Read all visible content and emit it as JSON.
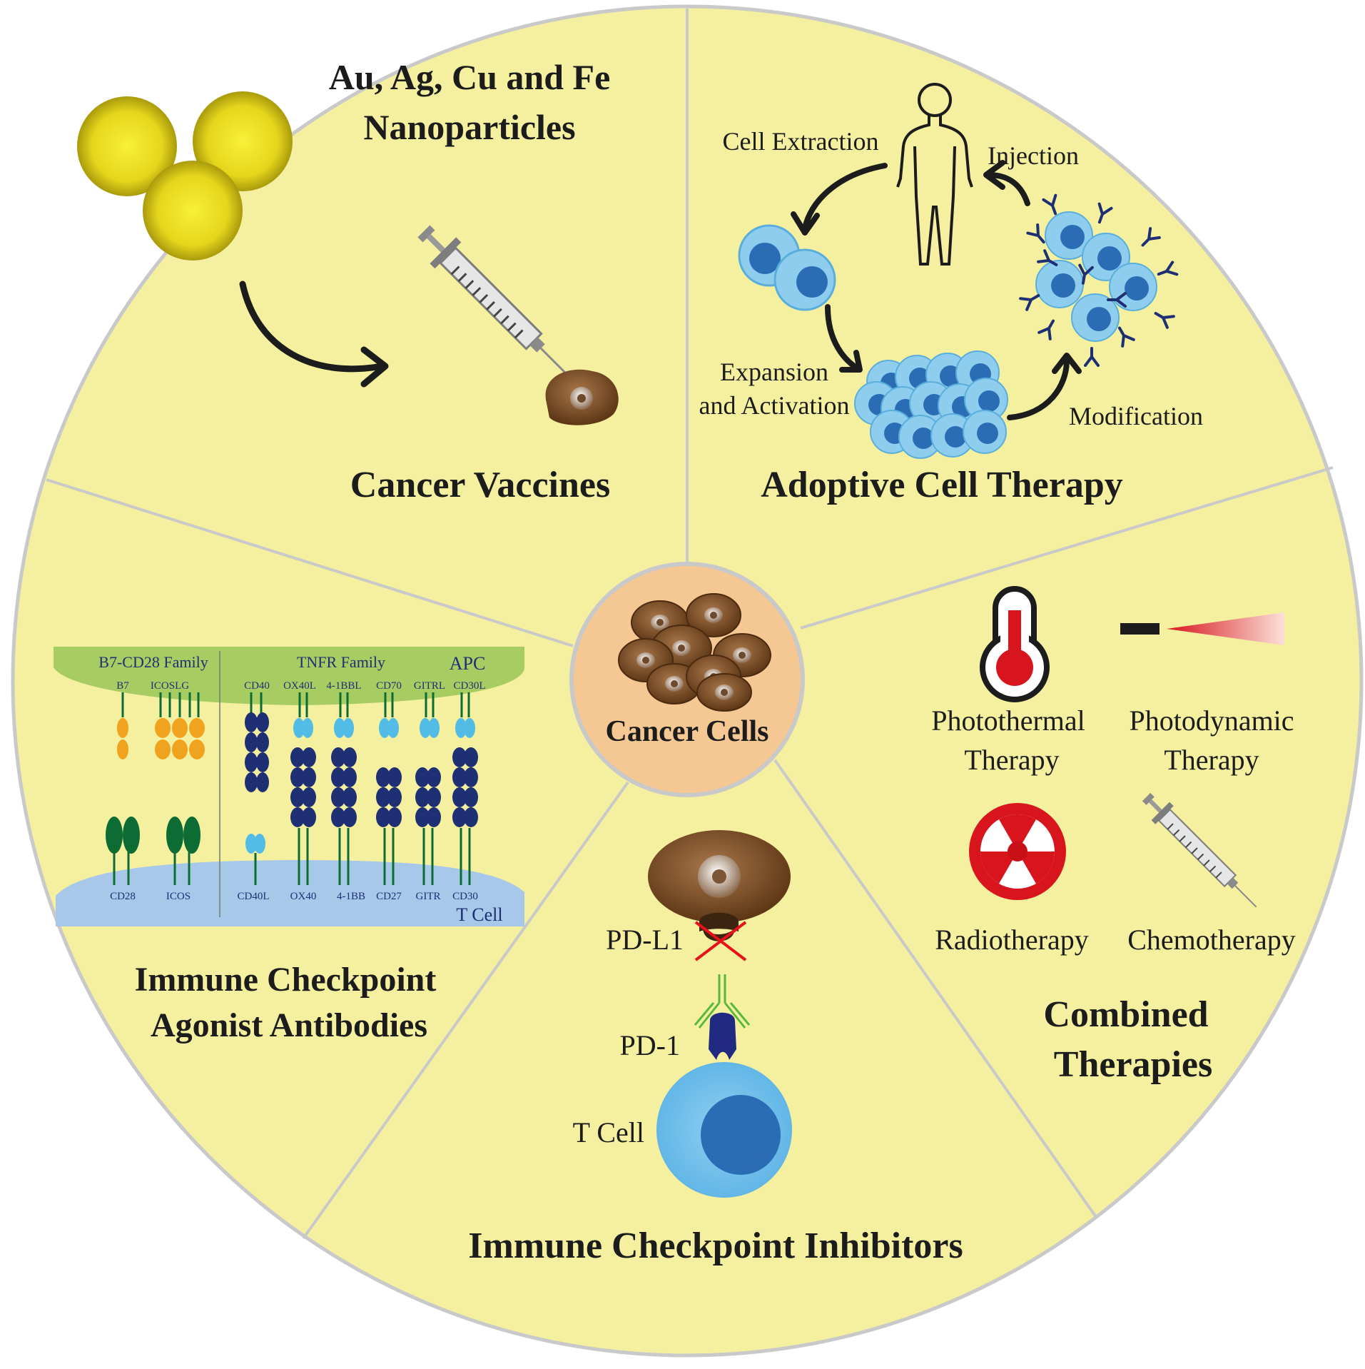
{
  "center": {
    "label": "Cancer Cells"
  },
  "vaccines": {
    "title": "Cancer Vaccines",
    "nanoparticles_line1": "Au, Ag, Cu and Fe",
    "nanoparticles_line2": "Nanoparticles"
  },
  "adoptive": {
    "title": "Adoptive Cell Therapy",
    "step_extraction": "Cell Extraction",
    "step_injection": "Injection",
    "step_expansion_line1": "Expansion",
    "step_expansion_line2": "and Activation",
    "step_modification": "Modification"
  },
  "combined": {
    "title_line1": "Combined",
    "title_line2": "Therapies",
    "photothermal_line1": "Photothermal",
    "photothermal_line2": "Therapy",
    "photodynamic_line1": "Photodynamic",
    "photodynamic_line2": "Therapy",
    "radiotherapy": "Radiotherapy",
    "chemotherapy": "Chemotherapy"
  },
  "inhibitors": {
    "title": "Immune Checkpoint Inhibitors",
    "pdl1": "PD-L1",
    "pd1": "PD-1",
    "tcell": "T Cell"
  },
  "agonist": {
    "title_line1": "Immune Checkpoint",
    "title_line2": "Agonist Antibodies",
    "b7_family": "B7-CD28 Family",
    "tnfr_family": "TNFR Family",
    "apc": "APC",
    "tcell": "T Cell",
    "ligands": [
      "B7",
      "ICOSLG",
      "CD40",
      "OX40L",
      "4-1BBL",
      "CD70",
      "GITRL",
      "CD30L"
    ],
    "receptors": [
      "CD28",
      "ICOS",
      "CD40L",
      "OX40",
      "4-1BB",
      "CD27",
      "GITR",
      "CD30"
    ]
  },
  "colors": {
    "sector_fill": "#f4f0a0",
    "sector_divider": "#c9c9c9",
    "center_fill": "#f5c893",
    "gold": "#e2d21a",
    "cancer_brown": "#7a4a22",
    "tcell_light": "#7fc7ee",
    "tcell_dark": "#2a6db5",
    "apc_green": "#a7cc62",
    "tcell_blue_band": "#a7c8e8",
    "receptor_navy": "#1f2f73",
    "receptor_green": "#0d6b34",
    "ligand_orange": "#f0a31e",
    "ligand_cyan": "#52bce6",
    "therapy_red": "#d8141c"
  },
  "icons": [
    "gold-nanoparticle-icon",
    "syringe-icon",
    "human-body-icon",
    "thermometer-icon",
    "laser-icon",
    "radiation-icon"
  ]
}
